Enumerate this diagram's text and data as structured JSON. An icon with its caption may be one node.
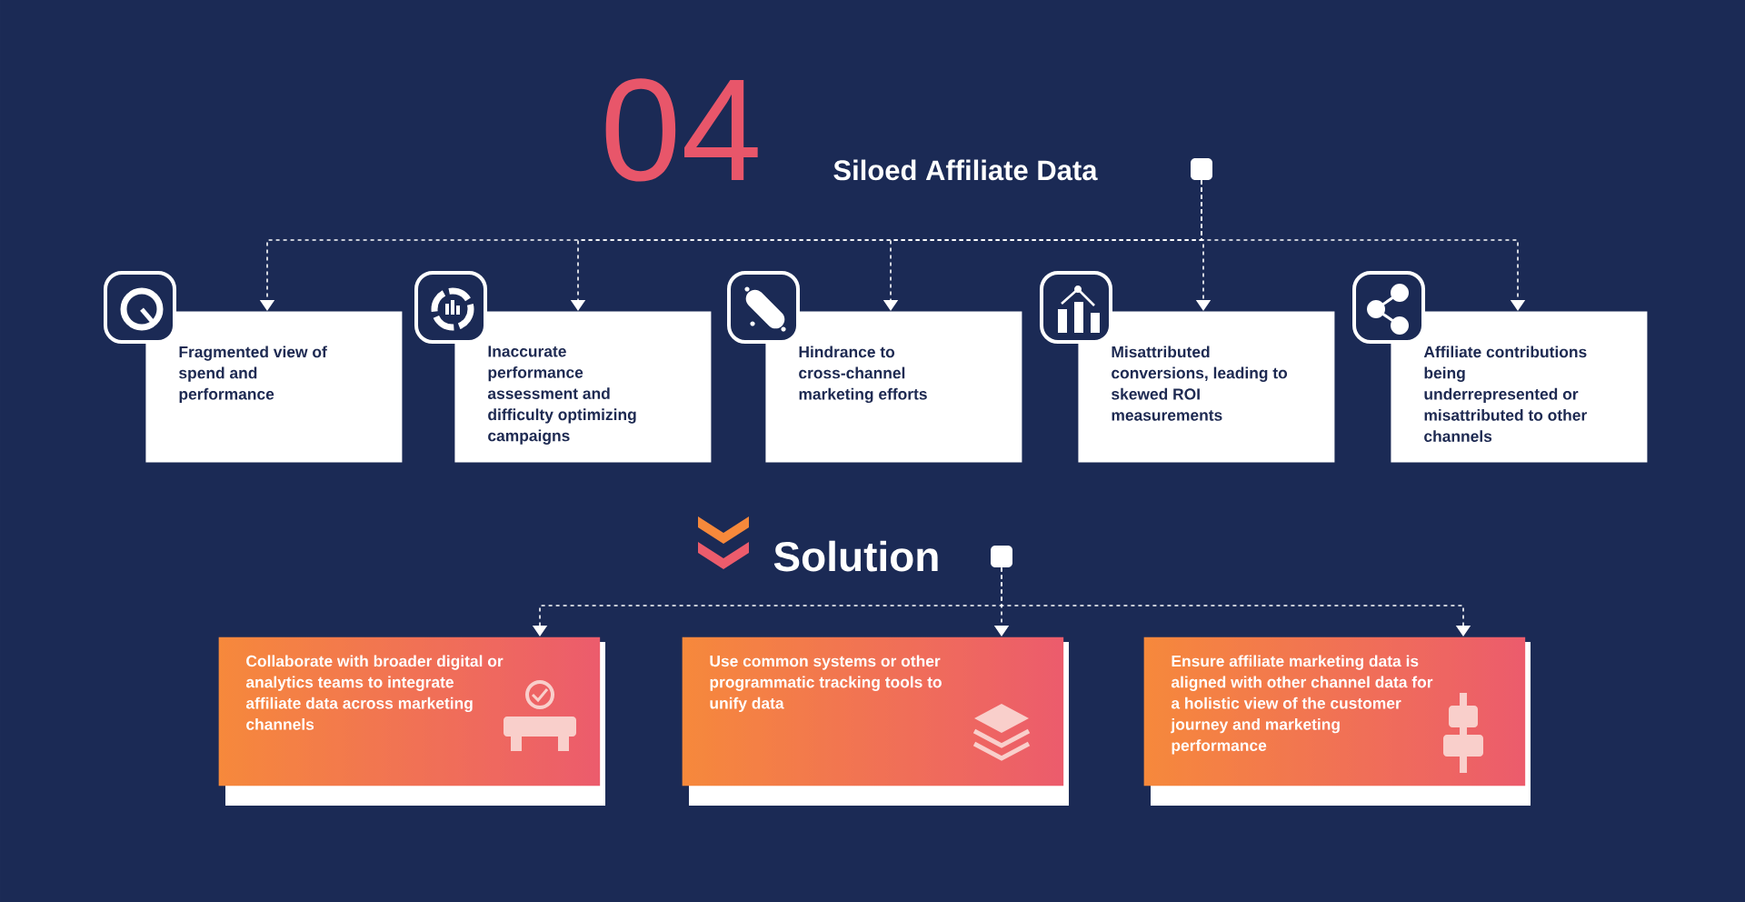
{
  "diagram": {
    "nodes": [
      {
        "text": [],
        "shape": "box"
      },
      {
        "text": [
          "Fragmented view of spend and performance"
        ]
      },
      {
        "text": [
          "Inaccurate performance assessment and difficulty optimizing campaigns"
        ]
      },
      {
        "text": [
          "Hindrance to cross-channel marketing efforts"
        ]
      },
      {
        "text": [
          "Misattributed conversions, leading to skewed ROI measurements"
        ]
      },
      {
        "text": [
          "Affiliate contributions being underrepresented or misattributed to other channels"
        ]
      },
      {
        "text": [],
        "shape": "box"
      },
      {
        "text": [
          "Collaborate with broader digital or analytics teams to integrate affiliate data across marketing channels"
        ]
      },
      {
        "text": [
          "Use common systems or other programmatic tracking tools to unify data"
        ]
      },
      {
        "text": [
          "Ensure affiliate marketing data is aligned with other channel data for a holistic view of the customer journey and marketing performance"
        ]
      }
    ],
    "edges": [
      {
        "from": 0,
        "to": 1,
        "arrow": "to",
        "style": "dashed"
      },
      {
        "from": 0,
        "to": 2,
        "arrow": "to",
        "style": "dashed"
      },
      {
        "from": 0,
        "to": 3,
        "arrow": "to",
        "style": "dashed"
      },
      {
        "from": 0,
        "to": 4,
        "arrow": "to",
        "style": "dashed"
      },
      {
        "from": 0,
        "to": 5,
        "arrow": "to",
        "style": "dashed"
      },
      {
        "from": 6,
        "to": 7,
        "arrow": "to",
        "style": "dashed"
      },
      {
        "from": 6,
        "to": 8,
        "arrow": "to",
        "style": "dashed"
      },
      {
        "from": 6,
        "to": 9,
        "arrow": "to",
        "style": "dashed"
      }
    ],
    "labels": [
      "04",
      "Siloed Affiliate Data",
      "Solution"
    ]
  }
}
